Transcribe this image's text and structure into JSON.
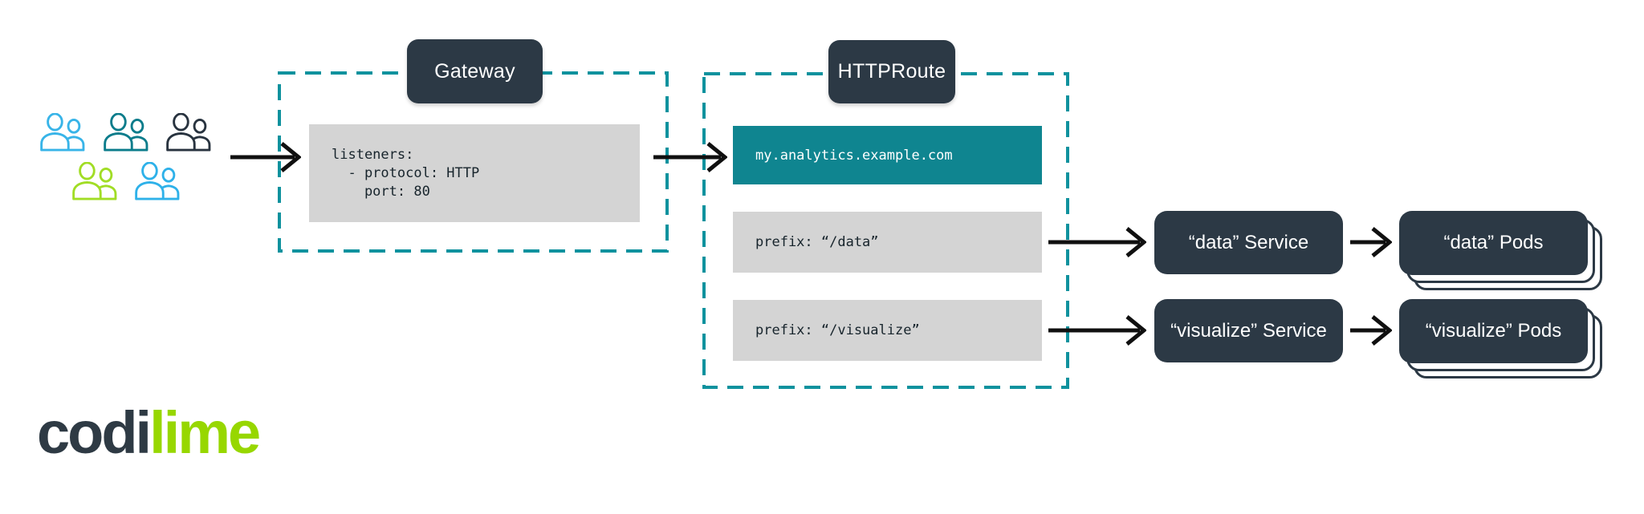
{
  "colors": {
    "bg": "#ffffff",
    "teal": "#0f8590",
    "navy": "#2c3945",
    "gray": "#d4d4d4",
    "dash": "#0f929e",
    "arrow": "#101010",
    "code-text": "#17242c",
    "logo-navy": "#2e3a44",
    "logo-lime": "#97d700"
  },
  "users": {
    "icons": [
      {
        "name": "users-group-cyan-icon",
        "color": "#38b4e8"
      },
      {
        "name": "users-group-teal-icon",
        "color": "#0b7c8b"
      },
      {
        "name": "users-group-navy-icon",
        "color": "#28333f"
      },
      {
        "name": "users-group-lime-icon",
        "color": "#a1dd25"
      },
      {
        "name": "users-group-blue-icon",
        "color": "#2eb1e9"
      }
    ]
  },
  "gateway": {
    "label": "Gateway",
    "code_lines": [
      "listeners:",
      "  - protocol: HTTP",
      "    port: 80"
    ]
  },
  "httproute": {
    "label": "HTTPRoute",
    "hostname": "my.analytics.example.com",
    "rules": [
      {
        "text": "prefix: “/data”"
      },
      {
        "text": "prefix: “/visualize”"
      }
    ]
  },
  "services": [
    {
      "label": "“data” Service"
    },
    {
      "label": "“visualize” Service"
    }
  ],
  "pods": [
    {
      "label": "“data” Pods"
    },
    {
      "label": "“visualize” Pods"
    }
  ],
  "logo": {
    "part1": "codi",
    "part2": "lime"
  }
}
